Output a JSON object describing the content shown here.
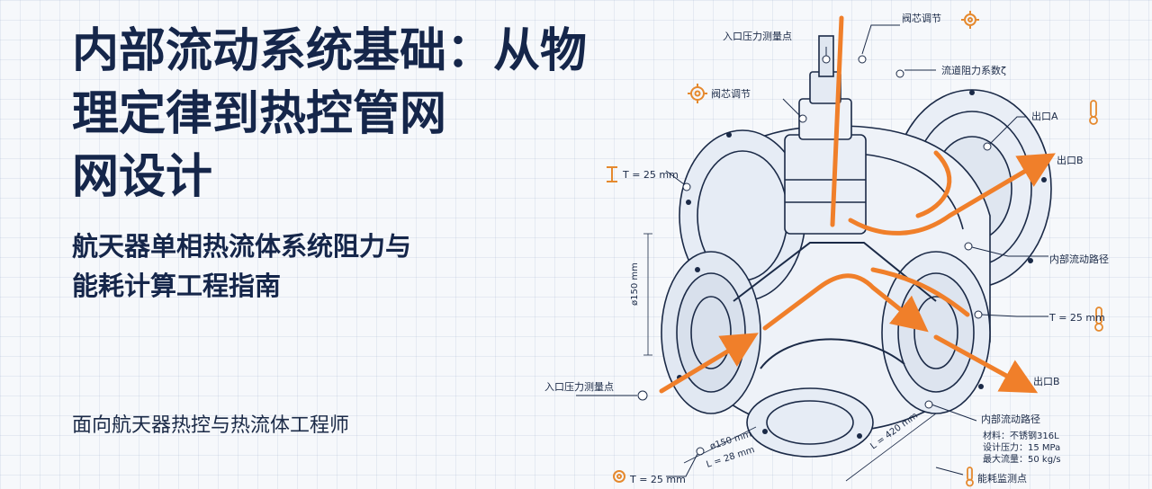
{
  "title": {
    "line1": "内部流动系统基础：从物",
    "line2": "理定律到热控管网",
    "line3": "网设计"
  },
  "subtitle": {
    "line1": "航天器单相热流体系统阻力与",
    "line2": "能耗计算工程指南"
  },
  "audience": "面向航天器热控与热流体工程师",
  "diagram": {
    "labels": {
      "inlet_top": "入口压力测量点",
      "valve_core_top": "阀芯调节",
      "resistance": "流道阻力系数ζ",
      "valve_core_left": "阀芯调节",
      "outlet_a": "出口A",
      "outlet_b_top": "出口B",
      "internal_path_right": "内部流动路径",
      "t_right": "T = 25 mm",
      "outlet_b_bottom": "出口B",
      "inlet_left": "入口压力测量点",
      "t_left_top": "T = 25 mm",
      "t_left_bottom": "T = 25 mm",
      "dim_vertical": "ø150 mm",
      "dim_bottom_dia": "ø150 mm",
      "dim_bottom_len": "L = 28 mm",
      "dim_length": "L = 420 mm",
      "internal_path_bottom": "内部流动路径",
      "material": "材料：不锈钢316L",
      "pressure": "设计压力：15 MPa",
      "flow": "最大流量：50 kg/s",
      "energy": "能耗监测点"
    },
    "colors": {
      "flow": "#f07f2a",
      "line": "#1b2a47",
      "icon": "#e5892e"
    },
    "icons": [
      "gear-icon",
      "thermometer-icon",
      "zeta-icon"
    ]
  }
}
